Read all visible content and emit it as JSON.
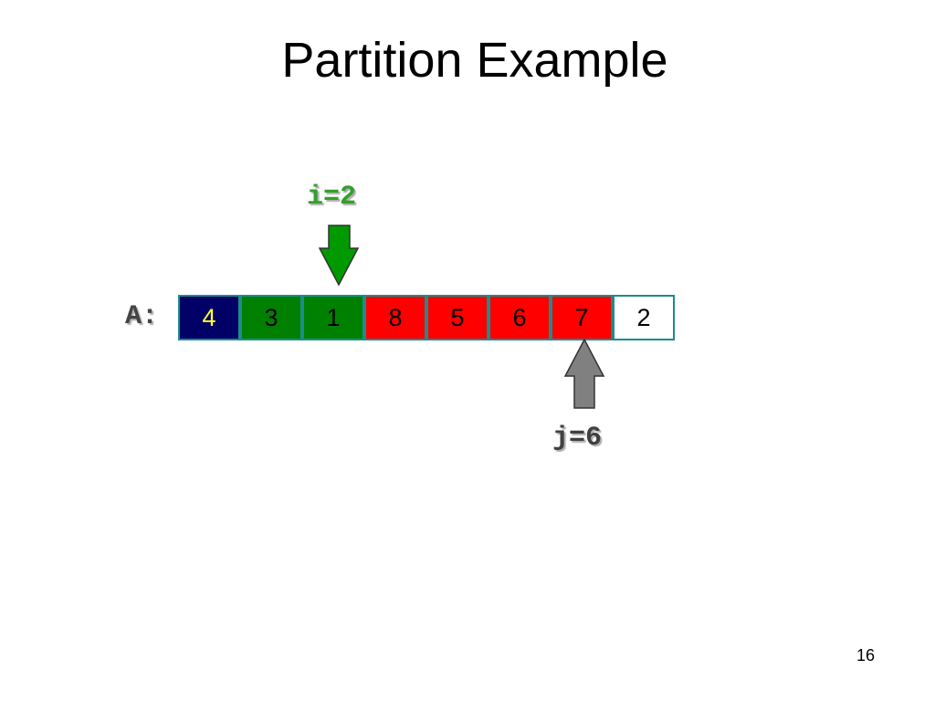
{
  "title": "Partition Example",
  "array_label": "A:",
  "i_label": "i=2",
  "j_label": "j=6",
  "slide_number": "16",
  "array": [
    {
      "value": "4",
      "fill": "#000066",
      "text_color": "#ffff33"
    },
    {
      "value": "3",
      "fill": "#008000",
      "text_color": "#000000"
    },
    {
      "value": "1",
      "fill": "#008000",
      "text_color": "#000000"
    },
    {
      "value": "8",
      "fill": "#ff0000",
      "text_color": "#000000"
    },
    {
      "value": "5",
      "fill": "#ff0000",
      "text_color": "#000000"
    },
    {
      "value": "6",
      "fill": "#ff0000",
      "text_color": "#000000"
    },
    {
      "value": "7",
      "fill": "#ff0000",
      "text_color": "#000000"
    },
    {
      "value": "2",
      "fill": "#ffffff",
      "text_color": "#000000"
    }
  ],
  "colors": {
    "i_arrow": "#009900",
    "j_arrow": "#808080",
    "cell_border": "#1c8c8c"
  }
}
